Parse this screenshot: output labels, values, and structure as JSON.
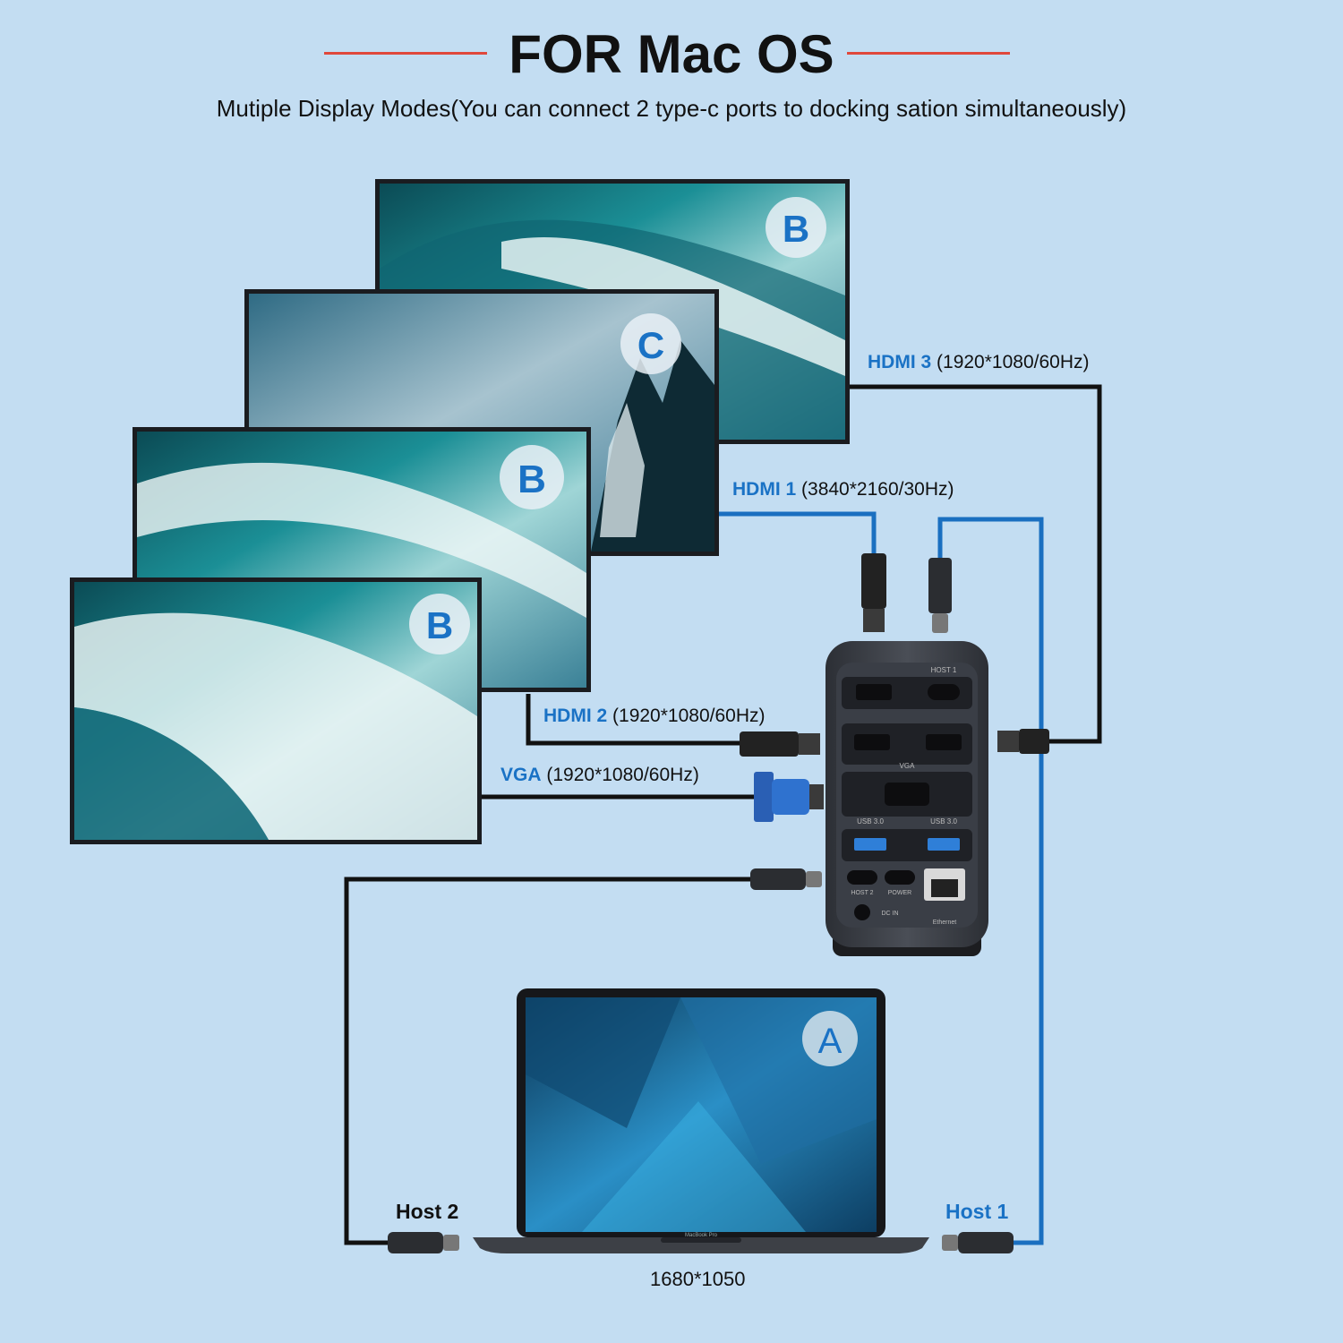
{
  "header": {
    "title": "FOR Mac OS",
    "subtitle": "Mutiple Display Modes(You can connect 2 type-c ports to docking sation simultaneously)"
  },
  "displays": {
    "monitor_back": {
      "badge": "B"
    },
    "monitor_second": {
      "badge": "C"
    },
    "monitor_third": {
      "badge": "B"
    },
    "monitor_front": {
      "badge": "B"
    },
    "laptop": {
      "badge": "A",
      "model": "MacBook Pro",
      "resolution": "1680*1050"
    }
  },
  "connections": {
    "hdmi3": {
      "port": "HDMI 3",
      "spec": "(1920*1080/60Hz)"
    },
    "hdmi1": {
      "port": "HDMI 1",
      "spec": "(3840*2160/30Hz)"
    },
    "hdmi2": {
      "port": "HDMI 2",
      "spec": "(1920*1080/60Hz)"
    },
    "vga": {
      "port": "VGA",
      "spec": "(1920*1080/60Hz)"
    }
  },
  "hosts": {
    "host2": "Host 2",
    "host1": "Host 1"
  },
  "dock": {
    "host1_port": "HOST 1",
    "vga_port": "VGA",
    "usb_left": "USB 3.0",
    "usb_right": "USB 3.0",
    "host2_port": "HOST 2",
    "power_port": "POWER",
    "dc_in": "DC IN",
    "ethernet": "Ethernet"
  },
  "colors": {
    "background": "#c3ddf2",
    "accent_rule": "#e0483c",
    "port_label": "#1a72c5",
    "cable_black": "#111111",
    "cable_blue": "#1a6fc0"
  }
}
